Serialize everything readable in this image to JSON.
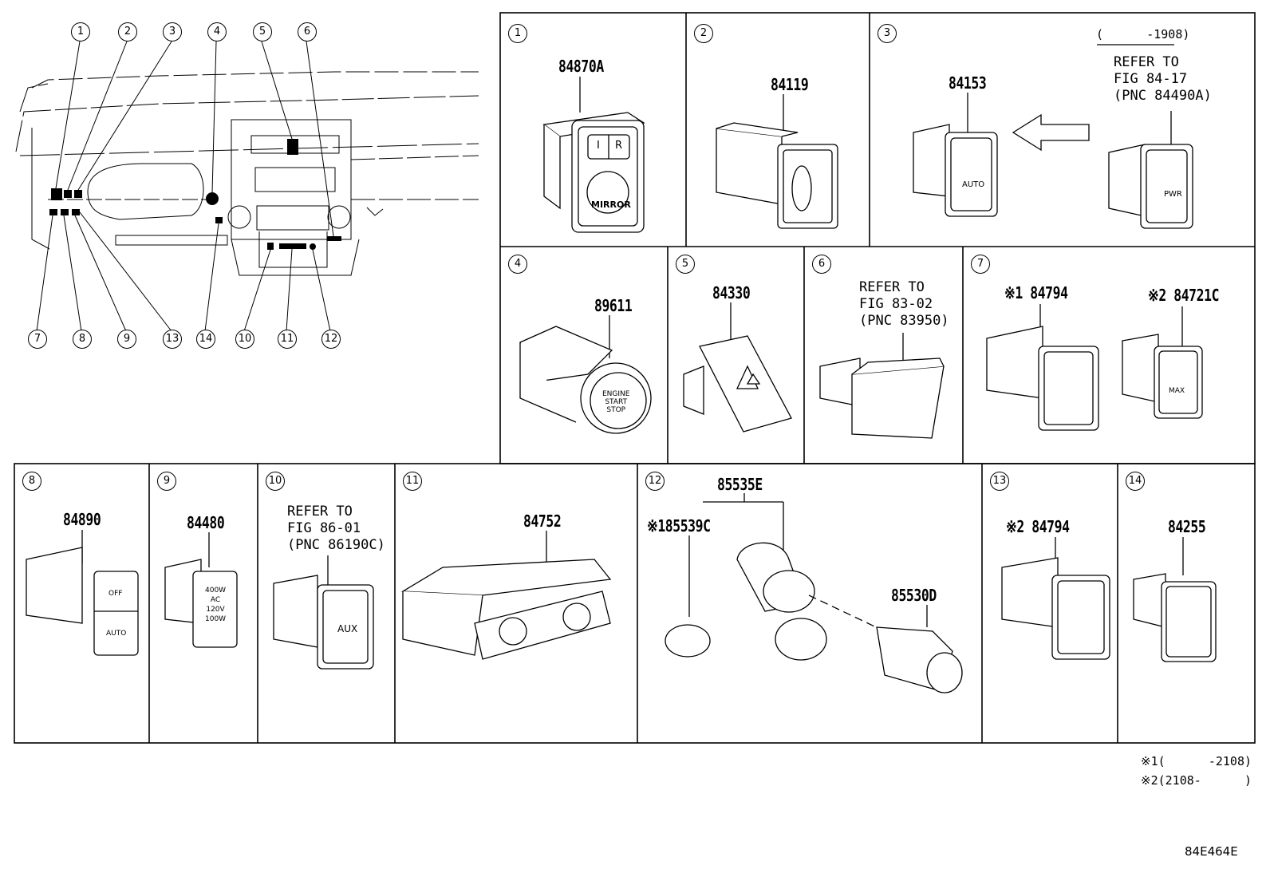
{
  "dash_callouts": [
    "1",
    "2",
    "3",
    "4",
    "5",
    "6",
    "7",
    "8",
    "9",
    "13",
    "14",
    "10",
    "11",
    "12"
  ],
  "cells": {
    "c1": {
      "num": "1",
      "pn": "84870A",
      "face_a": "I",
      "face_b": "R",
      "face_label": "MIRROR"
    },
    "c2": {
      "num": "2",
      "pn": "84119"
    },
    "c3": {
      "num": "3",
      "pn": "84153",
      "date": "(      -1908)",
      "ref": "REFER TO\nFIG 84-17\n(PNC 84490A)",
      "face_label": "AUTO",
      "face_label2": "PWR"
    },
    "c4": {
      "num": "4",
      "pn": "89611",
      "face_label": "ENGINE\nSTART\nSTOP"
    },
    "c5": {
      "num": "5",
      "pn": "84330"
    },
    "c6": {
      "num": "6",
      "ref": "REFER TO\nFIG 83-02\n(PNC 83950)"
    },
    "c7": {
      "num": "7",
      "pn_a": "※1 84794",
      "pn_b": "※2 84721C",
      "face_label": "MAX"
    },
    "c8": {
      "num": "8",
      "pn": "84890",
      "face_a": "OFF",
      "face_b": "AUTO"
    },
    "c9": {
      "num": "9",
      "pn": "84480",
      "face_label": "400W\nAC\n120V\n100W"
    },
    "c10": {
      "num": "10",
      "ref": "REFER TO\nFIG 86-01\n(PNC 86190C)",
      "face_label": "AUX"
    },
    "c11": {
      "num": "11",
      "pn": "84752"
    },
    "c12": {
      "num": "12",
      "pn_a": "85535E",
      "pn_b": "※185539C",
      "pn_c": "85530D"
    },
    "c13": {
      "num": "13",
      "pn": "※2 84794"
    },
    "c14": {
      "num": "14",
      "pn": "84255"
    }
  },
  "notes": {
    "n1": "※1(      -2108)",
    "n2": "※2(2108-      )"
  },
  "figure_id": "84E464E"
}
